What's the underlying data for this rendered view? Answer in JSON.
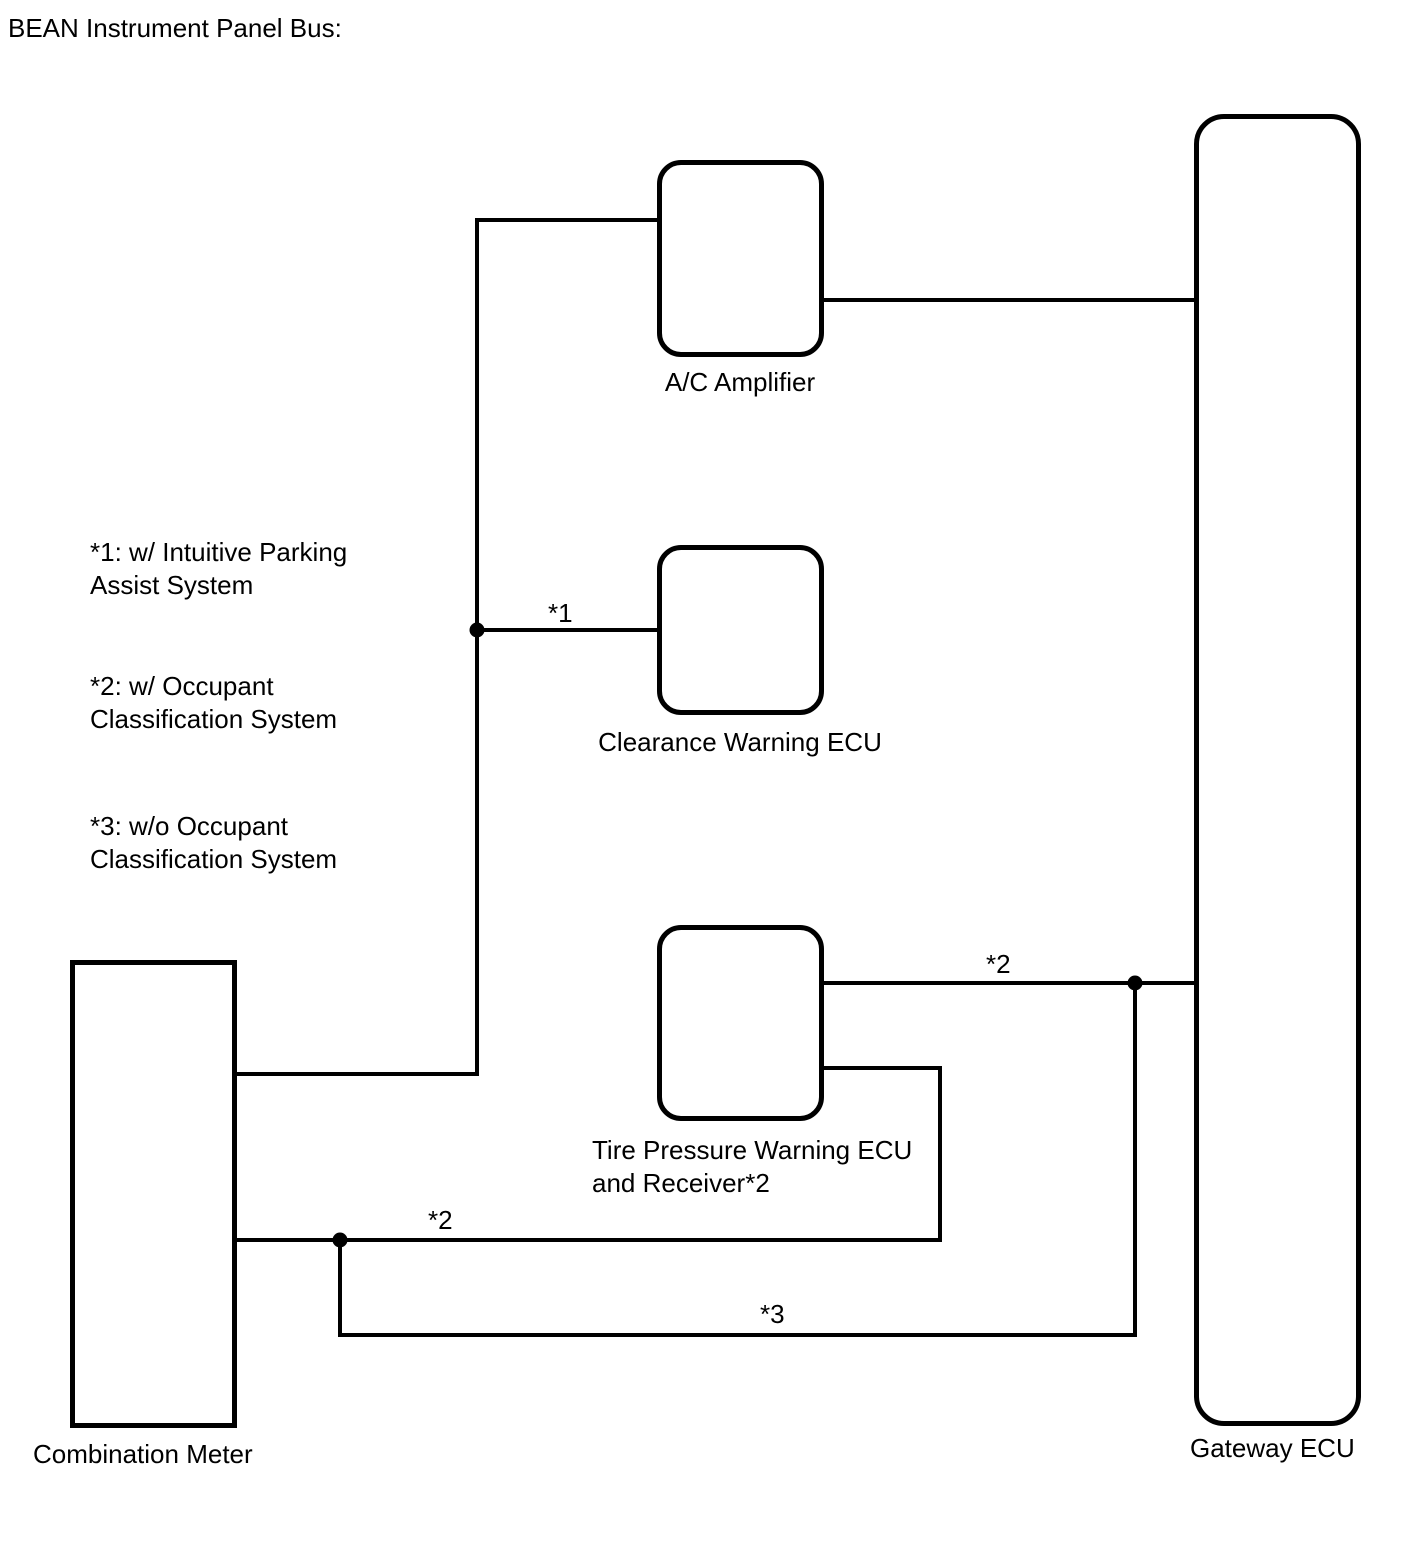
{
  "title": "BEAN Instrument Panel Bus:",
  "notes": [
    "*1: w/ Intuitive Parking Assist System",
    "*2: w/ Occupant Classification System",
    "*3: w/o Occupant Classification System"
  ],
  "nodes": {
    "ac_amplifier": {
      "label": "A/C Amplifier"
    },
    "clearance_warning_ecu": {
      "label": "Clearance Warning ECU"
    },
    "tire_pressure_warning_ecu": {
      "label": "Tire Pressure Warning ECU and Receiver*2"
    },
    "combination_meter": {
      "label": "Combination Meter"
    },
    "gateway_ecu": {
      "label": "Gateway ECU"
    }
  },
  "wire_labels": {
    "clearance_branch": "*1",
    "tire_to_gateway": "*2",
    "meter_to_tire": "*2",
    "meter_to_gateway": "*3"
  },
  "colors": {
    "line": "#000000",
    "background": "#ffffff"
  }
}
